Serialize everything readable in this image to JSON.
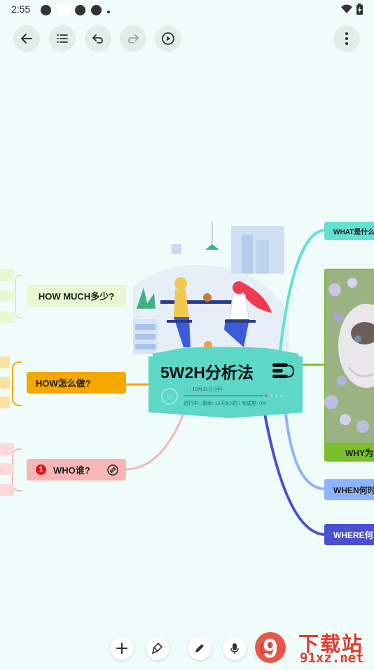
{
  "status": {
    "time": "2:55"
  },
  "toolbar": {
    "back": "back-arrow-icon",
    "outline": "list-icon",
    "undo": "undo-icon",
    "redo": "redo-icon",
    "play": "play-icon",
    "more": "more-vertical-icon"
  },
  "center": {
    "title": "5W2H分析法",
    "date": "- - : 10月31日 (手)",
    "progress_text": "进行中...剩余: 16天9小时 | 完成度: 0%",
    "ring_label": "365"
  },
  "nodes": {
    "how_much": "HOW MUCH多少?",
    "how": "HOW怎么做?",
    "who": "WHO谁?",
    "who_badge": "1",
    "what": "WHAT是什么",
    "why": "WHY为",
    "when": "WHEN何时",
    "where": "WHERE何"
  },
  "watermark": {
    "brand": "下载站",
    "domain": "91xz.net",
    "number": "9"
  },
  "colors": {
    "background": "#effcf9",
    "center": "#5dd7c6",
    "how_much": "#e7f7cf",
    "how": "#f6a800",
    "who": "#f7b6b6",
    "what": "#65dfcf",
    "why": "#7bbf2c",
    "when": "#8fb4ff",
    "where": "#4b4fd1"
  }
}
